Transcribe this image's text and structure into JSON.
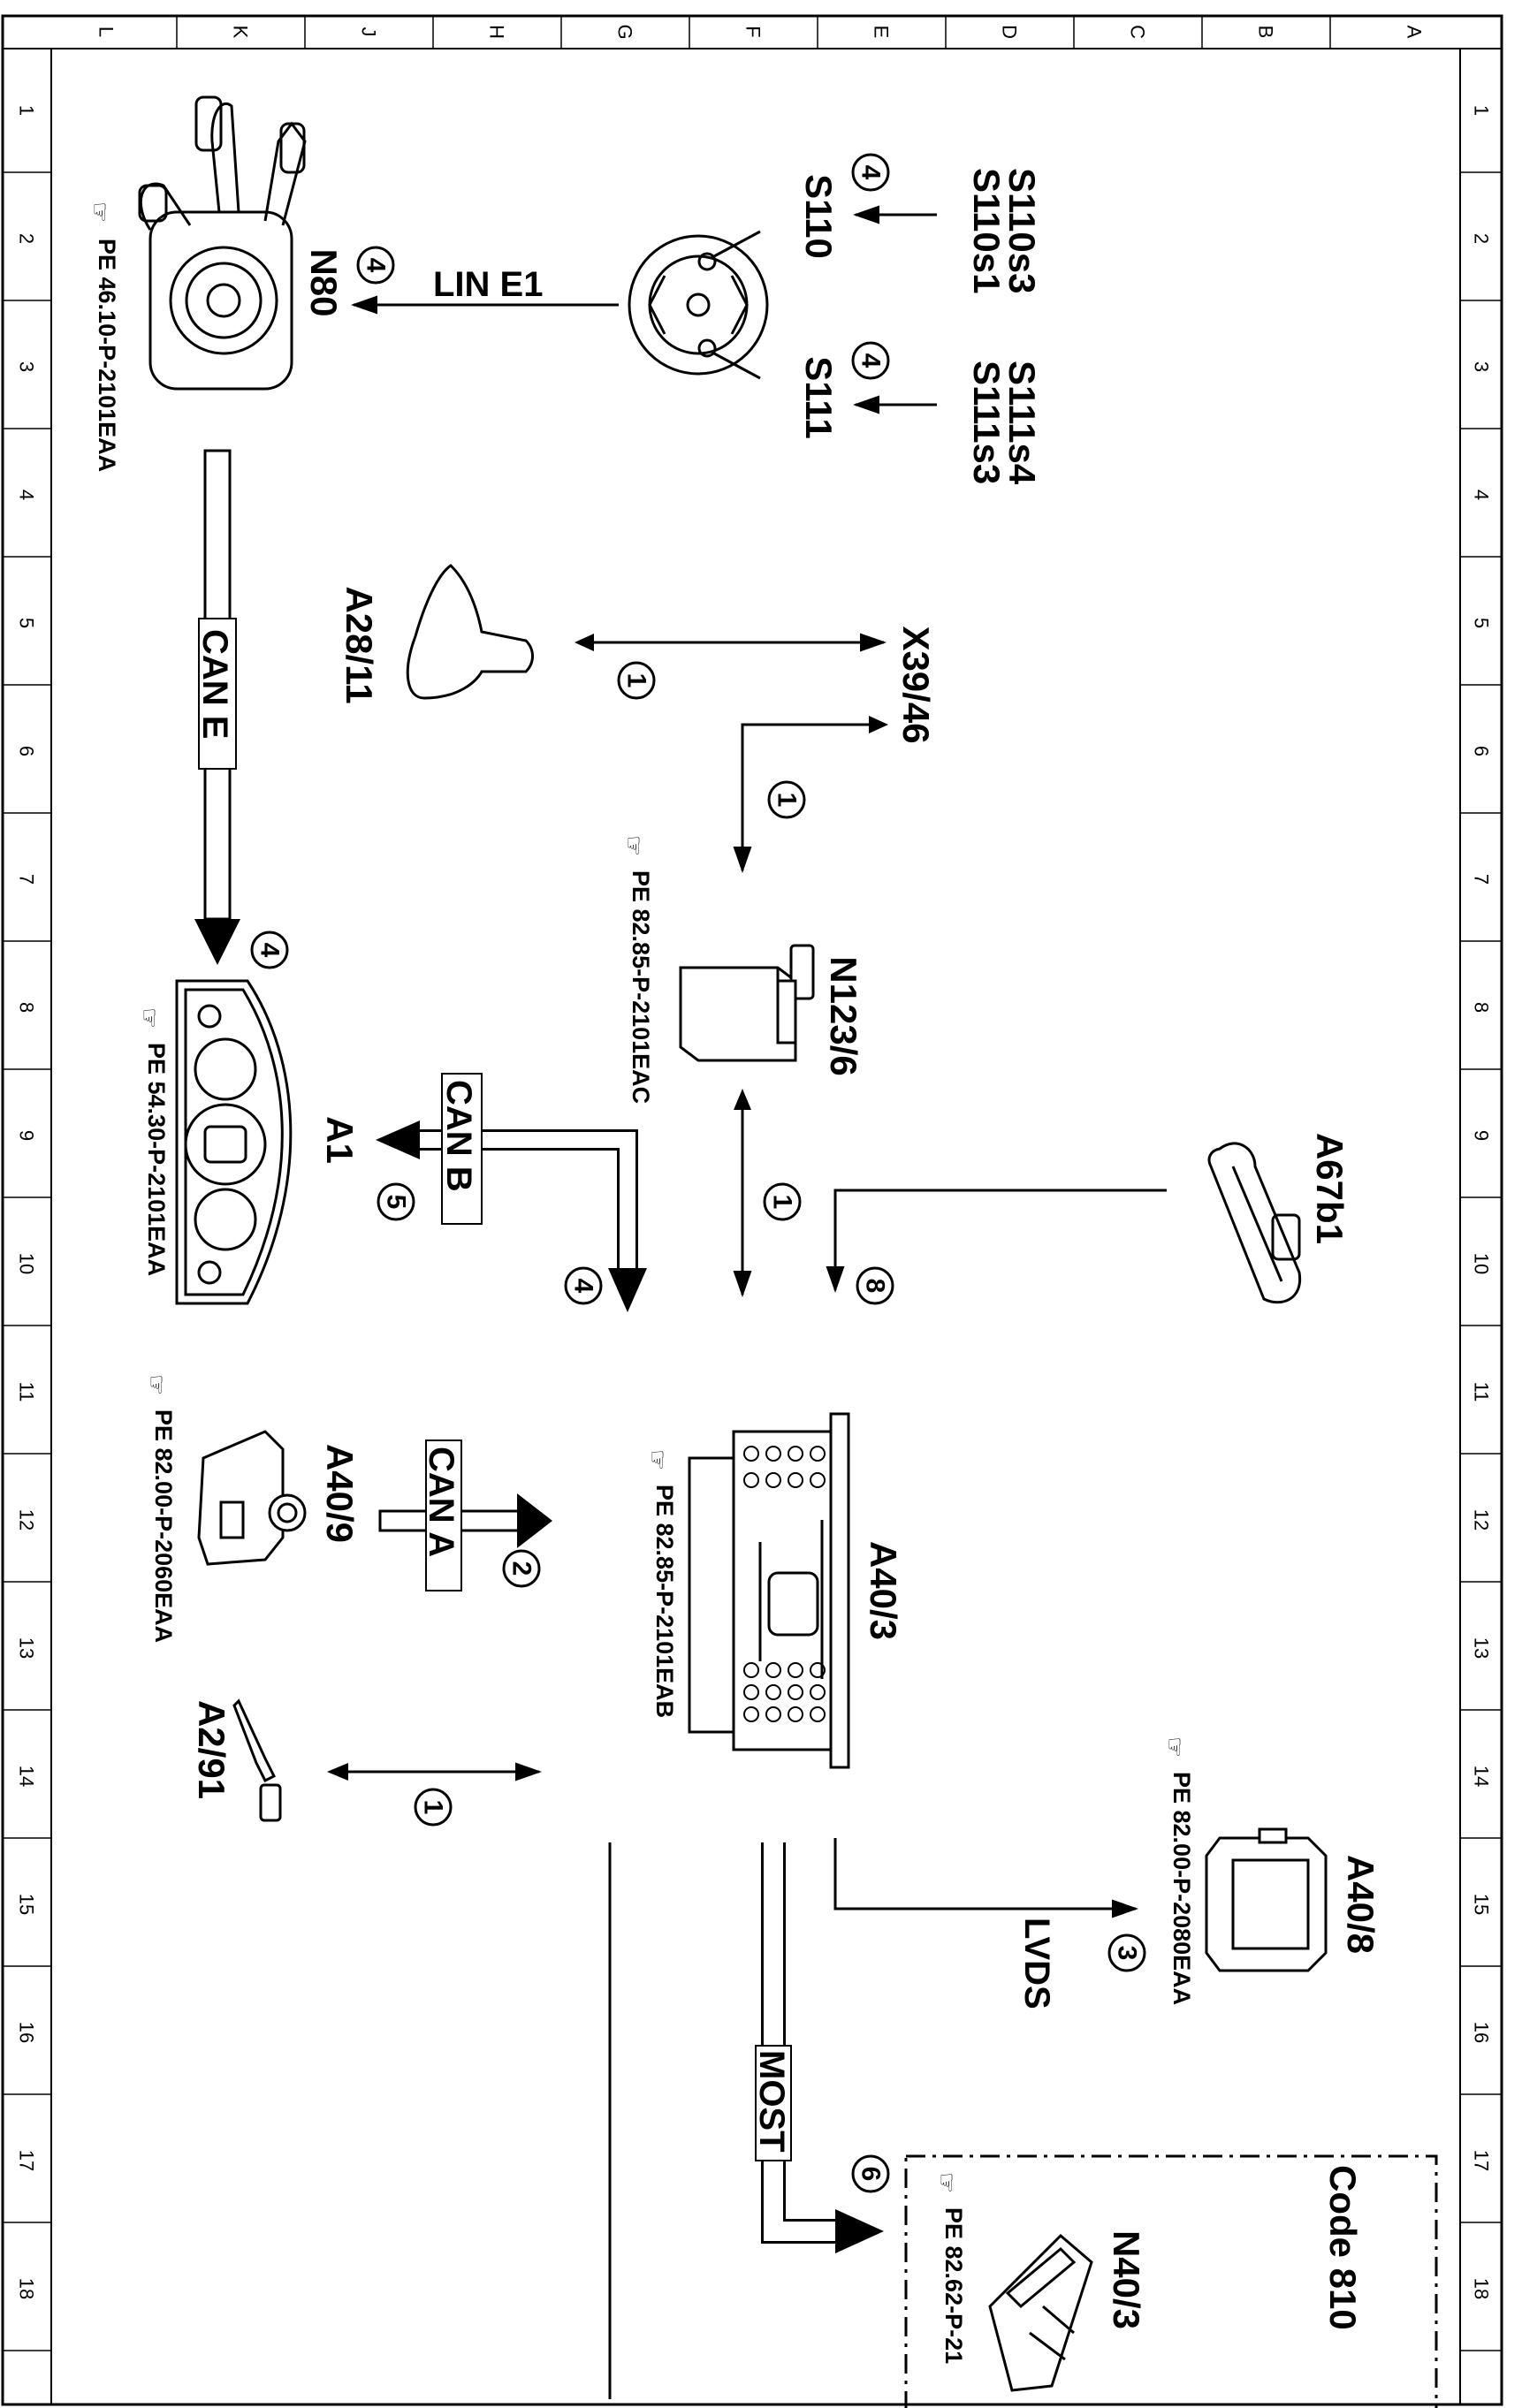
{
  "frame": {
    "letters": [
      "L",
      "K",
      "J",
      "H",
      "G",
      "F",
      "E",
      "D",
      "C",
      "B",
      "A"
    ],
    "numbers": [
      "1",
      "2",
      "3",
      "4",
      "5",
      "6",
      "7",
      "8",
      "9",
      "10",
      "11",
      "12",
      "13",
      "14",
      "15",
      "16",
      "17",
      "18"
    ]
  },
  "components": {
    "n80": {
      "label": "N80",
      "ref": "PE 46.10-P-2101EAA"
    },
    "steering_wheel": {
      "label_s110": "S110",
      "label_s111": "S111"
    },
    "s110_inputs": {
      "line1": "S110s1",
      "line2": "S110s3"
    },
    "s111_inputs": {
      "line1": "S111s3",
      "line2": "S111s4"
    },
    "a28_11": {
      "label": "A28/11"
    },
    "x39_46": {
      "label": "X39/46"
    },
    "n123_6": {
      "label": "N123/6",
      "ref": "PE 82.85-P-2101EAC"
    },
    "a1": {
      "label": "A1",
      "ref": "PE 54.30-P-2101EAA"
    },
    "a67b1": {
      "label": "A67b1"
    },
    "a40_9": {
      "label": "A40/9",
      "ref": "PE 82.00-P-2060EAA"
    },
    "a40_3": {
      "label": "A40/3",
      "ref": "PE 82.85-P-2101EAB"
    },
    "a2_91": {
      "label": "A2/91"
    },
    "a40_8": {
      "label": "A40/8",
      "ref": "PE 82.00-P-2080EAA"
    },
    "n40_3": {
      "label": "N40/3",
      "ref": "PE 82.62-P-21"
    },
    "code_box": {
      "label": "Code 810"
    }
  },
  "buses": {
    "lin": "LIN E1",
    "can_e": "CAN E",
    "can_b": "CAN B",
    "can_a": "CAN A",
    "lvds": "LVDS",
    "most": "MOST"
  },
  "callouts": {
    "c4_lin": "4",
    "c4_s110": "4",
    "c4_s111": "4",
    "c1_a28": "1",
    "c1_x39": "1",
    "c4_cane": "4",
    "c5_canb": "5",
    "c4_canb": "4",
    "c1_n123": "1",
    "c8_a67": "8",
    "c2_cana": "2",
    "c1_a291": "1",
    "c3_lvds": "3",
    "c6_most": "6"
  }
}
